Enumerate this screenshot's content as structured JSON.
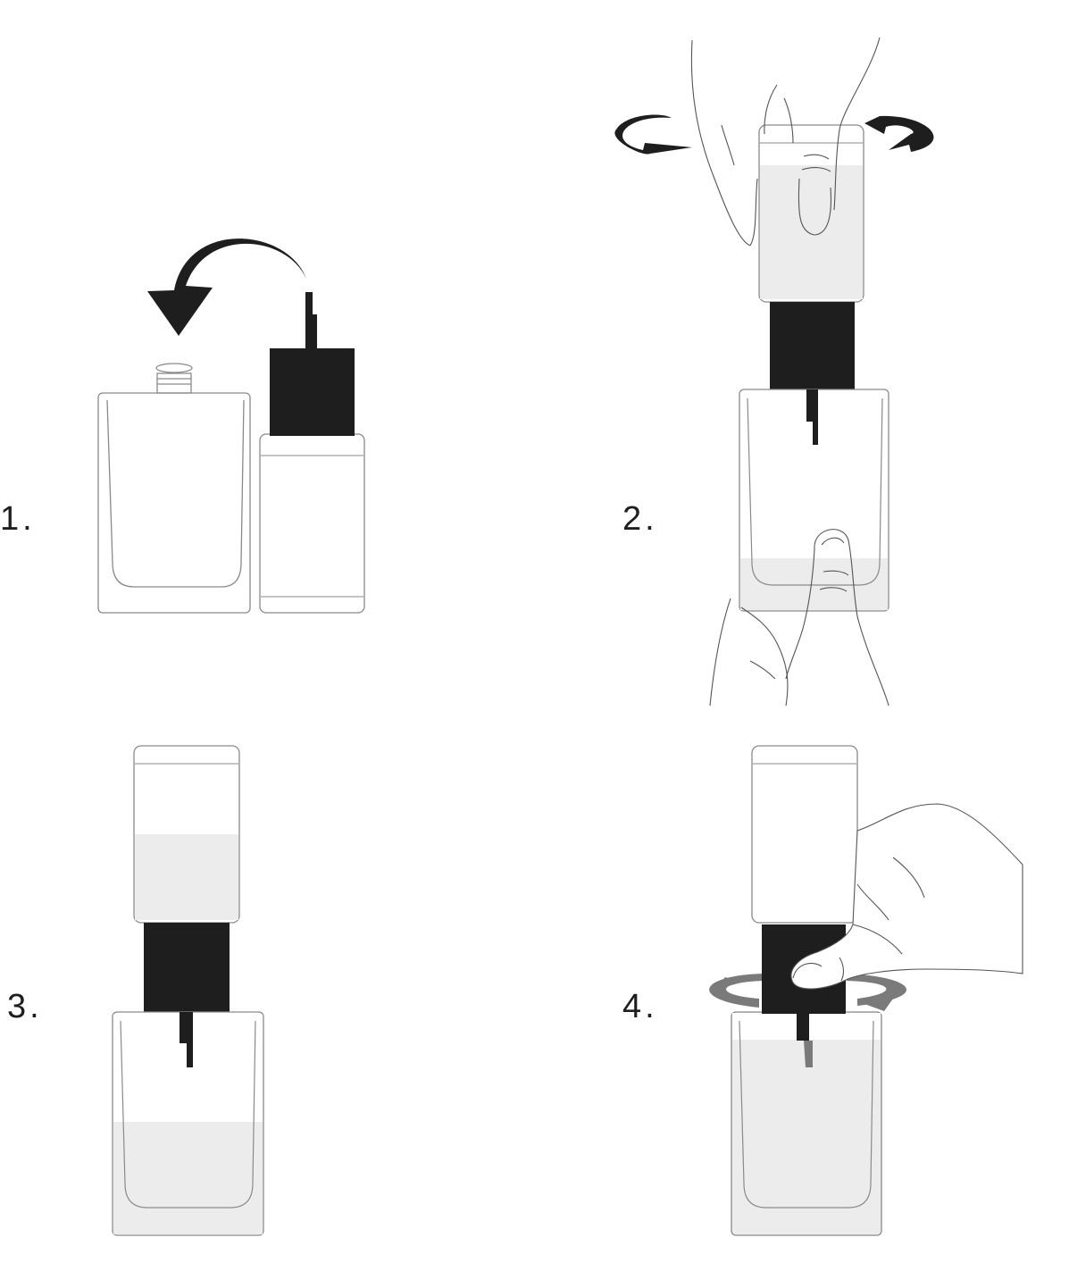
{
  "steps": [
    {
      "label": "1."
    },
    {
      "label": "2."
    },
    {
      "label": "3."
    },
    {
      "label": "4."
    }
  ],
  "colors": {
    "ink": "#1e1e1e",
    "outline": "#8a8a8a",
    "liquid": "#ececec",
    "rotation_arrow_grey": "#7a7a7a"
  },
  "icons": {
    "transfer_arrow": "curved-arrow-icon",
    "rotate_arrows": "rotate-arrows-icon",
    "hand": "hand-icon"
  }
}
